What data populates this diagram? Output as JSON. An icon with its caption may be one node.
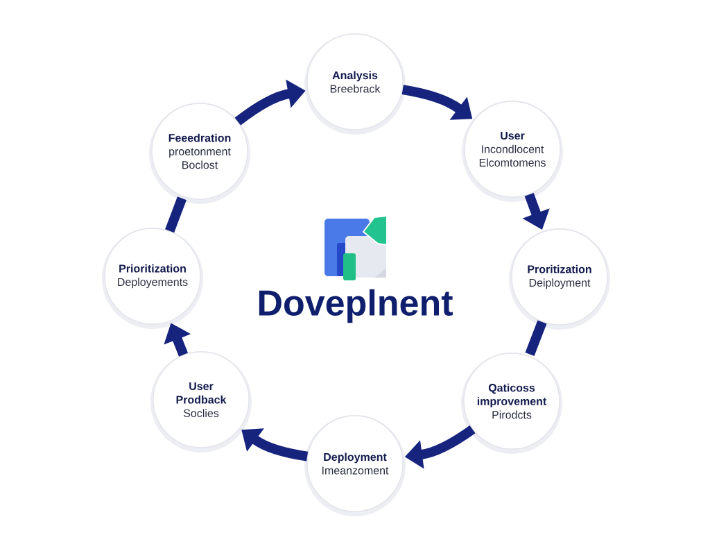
{
  "diagram": {
    "title": "Doveplnent",
    "nodes": [
      {
        "text": [
          "Analysis",
          "Breebrack"
        ]
      },
      {
        "text": [
          "User",
          "Incondlocent Elcomtomens"
        ]
      },
      {
        "text": [
          "Proritization",
          "Deiployment"
        ]
      },
      {
        "text": [
          "Qaticoss improvement",
          "Pirodcts"
        ]
      },
      {
        "text": [
          "Deployment",
          "Imeanzoment"
        ]
      },
      {
        "text": [
          "User Prodback",
          "Soclies"
        ]
      },
      {
        "text": [
          "Prioritization",
          "Deployements"
        ]
      },
      {
        "text": [
          "Feeedration",
          "proetonment Boclost"
        ]
      }
    ],
    "edges": [
      {
        "from": 7,
        "to": 0,
        "arrow": "to"
      },
      {
        "from": 0,
        "to": 1,
        "arrow": "to"
      },
      {
        "from": 1,
        "to": 2,
        "arrow": "to"
      },
      {
        "from": 2,
        "to": 3,
        "arrow": "none"
      },
      {
        "from": 3,
        "to": 4,
        "arrow": "to"
      },
      {
        "from": 4,
        "to": 5,
        "arrow": "to"
      },
      {
        "from": 5,
        "to": 6,
        "arrow": "to"
      },
      {
        "from": 6,
        "to": 7,
        "arrow": "none"
      }
    ]
  }
}
